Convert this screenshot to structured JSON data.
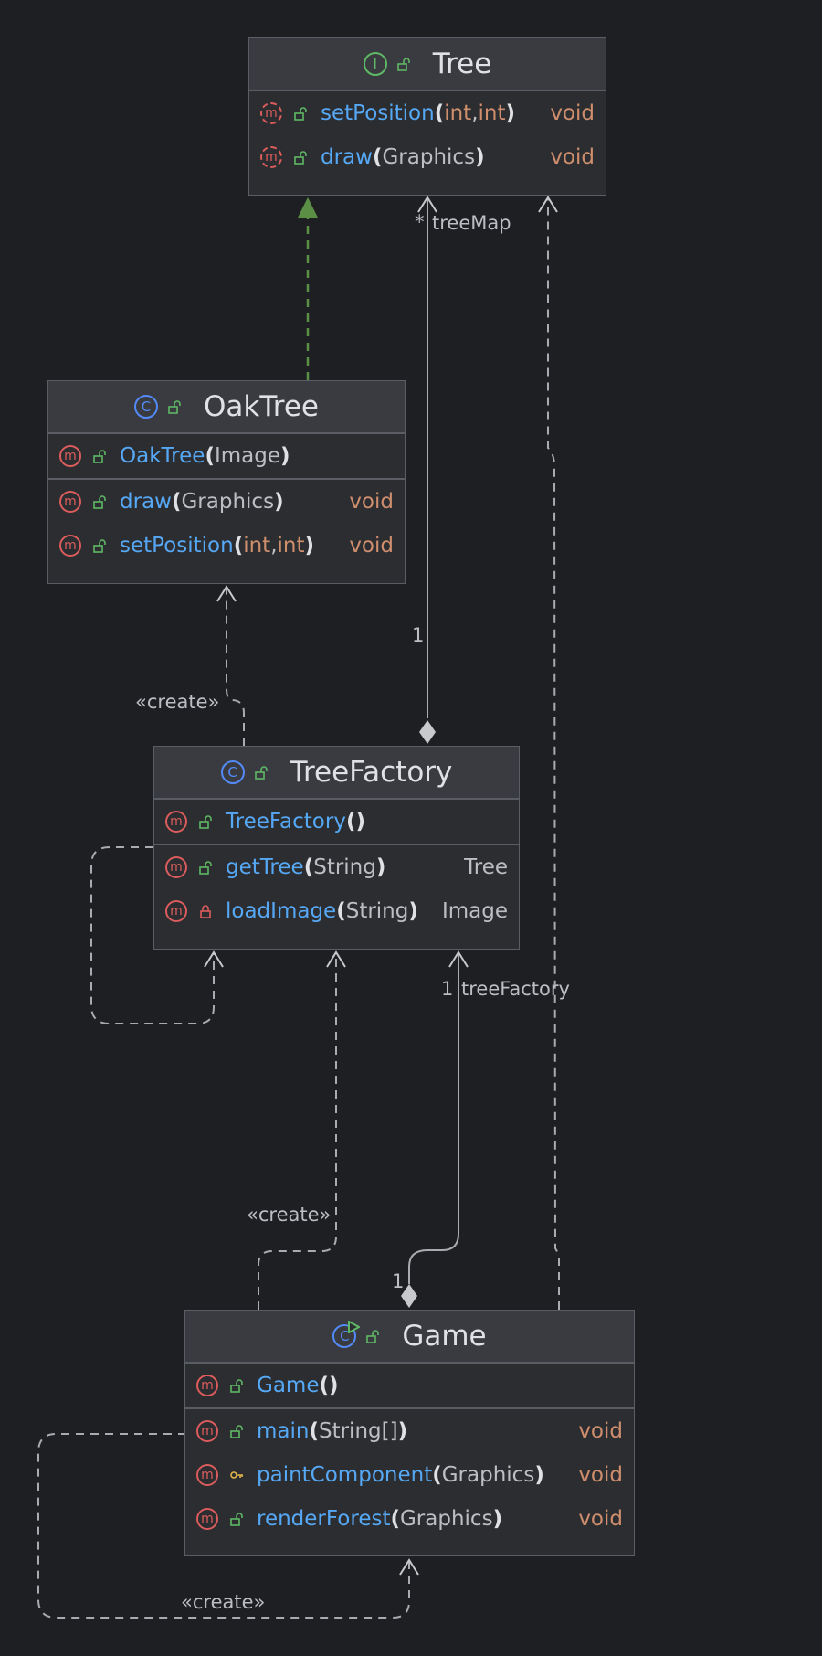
{
  "colors": {
    "background": "#1e1f22",
    "box": "#2b2d30",
    "header": "#393b40",
    "method_name": "#56a8f5",
    "keyword": "#cf8e6d",
    "realization_edge": "#5b8f46",
    "edge": "#a9abb0"
  },
  "classes": {
    "tree": {
      "name": "Tree",
      "kind_icon": "interface-icon",
      "methods": [
        {
          "name": "setPosition",
          "params": [
            "int",
            "int"
          ],
          "ret": "void"
        },
        {
          "name": "draw",
          "params": [
            "Graphics"
          ],
          "ret": "void"
        }
      ]
    },
    "oak_tree": {
      "name": "OakTree",
      "kind_icon": "class-icon",
      "constructors": [
        {
          "name": "OakTree",
          "params": [
            "Image"
          ]
        }
      ],
      "methods": [
        {
          "name": "draw",
          "params": [
            "Graphics"
          ],
          "ret": "void"
        },
        {
          "name": "setPosition",
          "params": [
            "int",
            "int"
          ],
          "ret": "void"
        }
      ]
    },
    "tree_factory": {
      "name": "TreeFactory",
      "kind_icon": "class-icon",
      "constructors": [
        {
          "name": "TreeFactory",
          "params": []
        }
      ],
      "methods": [
        {
          "name": "getTree",
          "params": [
            "String"
          ],
          "ret": "Tree",
          "visibility": "public"
        },
        {
          "name": "loadImage",
          "params": [
            "String"
          ],
          "ret": "Image",
          "visibility": "private"
        }
      ]
    },
    "game": {
      "name": "Game",
      "kind_icon": "runnable-class-icon",
      "constructors": [
        {
          "name": "Game",
          "params": []
        }
      ],
      "methods": [
        {
          "name": "main",
          "params": [
            "String[]"
          ],
          "ret": "void",
          "visibility": "public"
        },
        {
          "name": "paintComponent",
          "params": [
            "Graphics"
          ],
          "ret": "void",
          "visibility": "protected"
        },
        {
          "name": "renderForest",
          "params": [
            "Graphics"
          ],
          "ret": "void",
          "visibility": "public"
        }
      ]
    }
  },
  "edges": {
    "tree_map_role": "treeMap",
    "tree_map_mult_many": "*",
    "tree_map_mult_one": "1",
    "tree_factory_role": "treeFactory",
    "tree_factory_mult_one": "1",
    "game_side_mult_one": "1",
    "create_oak": "«create»",
    "create_factory": "«create»",
    "create_game": "«create»"
  }
}
